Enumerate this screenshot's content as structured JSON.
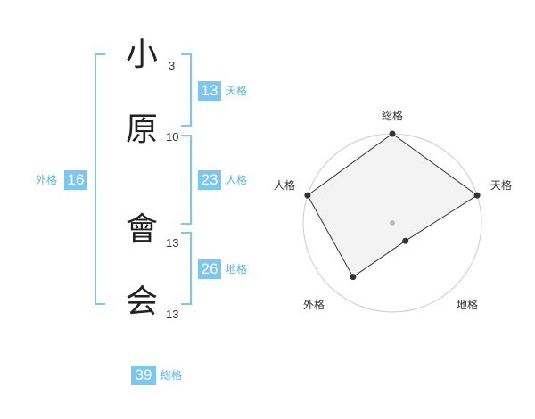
{
  "name": {
    "chars": [
      {
        "char": "小",
        "strokes": "3"
      },
      {
        "char": "原",
        "strokes": "10"
      },
      {
        "char": "會",
        "strokes": "13"
      },
      {
        "char": "会",
        "strokes": "13"
      }
    ]
  },
  "fortunes": {
    "tenkaku": {
      "value": "13",
      "label": "天格"
    },
    "jinkaku": {
      "value": "23",
      "label": "人格"
    },
    "chikaku": {
      "value": "26",
      "label": "地格"
    },
    "gaikaku": {
      "value": "16",
      "label": "外格"
    },
    "soukaku": {
      "value": "39",
      "label": "総格"
    }
  },
  "chart_data": {
    "type": "radar",
    "axes": [
      "総格",
      "天格",
      "地格",
      "外格",
      "人格"
    ],
    "values": [
      4,
      4,
      1,
      3,
      4
    ],
    "max": 4,
    "rings": 4,
    "colors": {
      "fill": "#f0f0f0",
      "line": "#333333",
      "ring": "#cccccc",
      "point": "#333333"
    }
  },
  "colors": {
    "accent": "#7dc6f0",
    "label": "#5cb4e6"
  }
}
